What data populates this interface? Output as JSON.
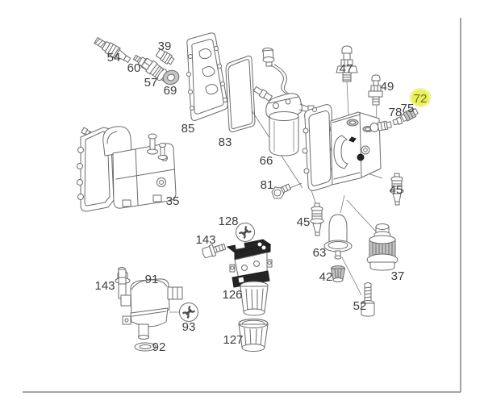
{
  "theme": {
    "page-bg": "#ffffff",
    "line-color": "#6b6b6b",
    "label-color": "#3d3d3d",
    "frame-color": "#a3a3a3",
    "highlight-fill": "#e8ef5a",
    "highlight-halo": "#f2f59c",
    "highlight-text": "#72721c"
  },
  "diagram": {
    "type": "exploded-parts-diagram",
    "icons": [
      "wrench-icon",
      "wrench-icon"
    ],
    "labels": [
      {
        "part": "54",
        "highlighted": false
      },
      {
        "part": "60",
        "highlighted": false
      },
      {
        "part": "39",
        "highlighted": false
      },
      {
        "part": "57",
        "highlighted": false
      },
      {
        "part": "69",
        "highlighted": false
      },
      {
        "part": "85",
        "highlighted": false
      },
      {
        "part": "83",
        "highlighted": false
      },
      {
        "part": "66",
        "highlighted": false
      },
      {
        "part": "81",
        "highlighted": false
      },
      {
        "part": "47",
        "highlighted": false
      },
      {
        "part": "49",
        "highlighted": false
      },
      {
        "part": "72",
        "highlighted": true
      },
      {
        "part": "78",
        "highlighted": false
      },
      {
        "part": "75",
        "highlighted": false
      },
      {
        "part": "35",
        "highlighted": false
      },
      {
        "part": "45",
        "highlighted": false
      },
      {
        "part": "45",
        "highlighted": false
      },
      {
        "part": "63",
        "highlighted": false
      },
      {
        "part": "42",
        "highlighted": false
      },
      {
        "part": "52",
        "highlighted": false
      },
      {
        "part": "37",
        "highlighted": false
      },
      {
        "part": "128",
        "highlighted": false
      },
      {
        "part": "143",
        "highlighted": false
      },
      {
        "part": "126",
        "highlighted": false
      },
      {
        "part": "127",
        "highlighted": false
      },
      {
        "part": "143",
        "highlighted": false
      },
      {
        "part": "91",
        "highlighted": false
      },
      {
        "part": "93",
        "highlighted": false
      },
      {
        "part": "92",
        "highlighted": false
      }
    ]
  }
}
